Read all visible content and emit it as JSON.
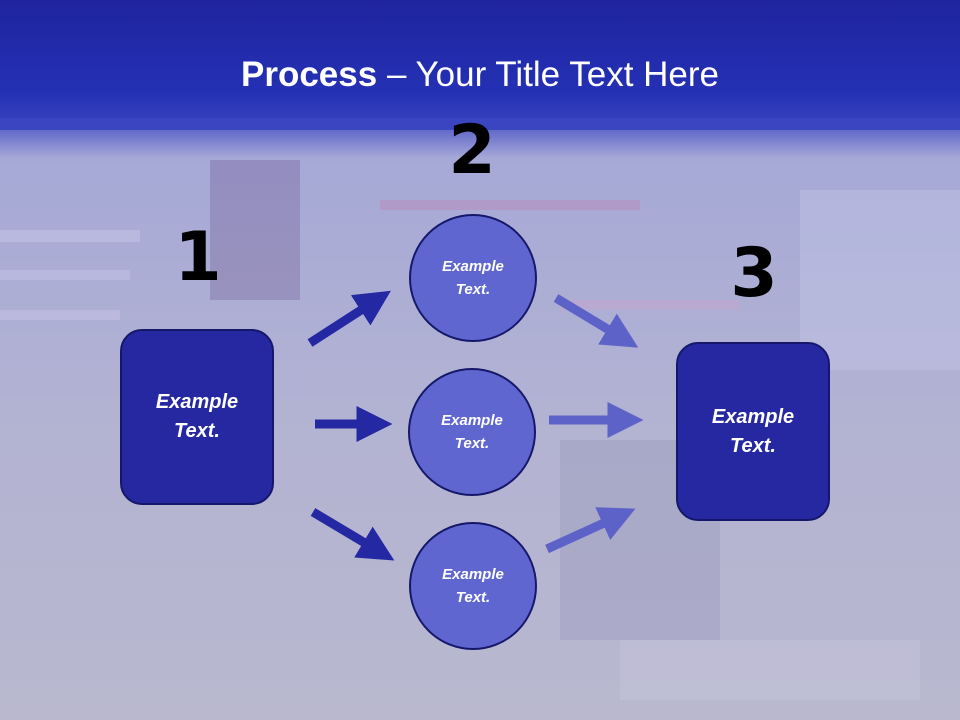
{
  "title": {
    "bold": "Process",
    "rest": " – Your Title Text Here"
  },
  "steps": [
    "1",
    "2",
    "3"
  ],
  "left_box": {
    "label": "Example\nText."
  },
  "right_box": {
    "label": "Example\nText."
  },
  "circles": [
    {
      "label": "Example\nText."
    },
    {
      "label": "Example\nText."
    },
    {
      "label": "Example\nText."
    }
  ],
  "colors": {
    "header": "#2430b4",
    "box_fill": "#2628a2",
    "circle_fill": "#6066d0",
    "arrow_dark": "#2428a2",
    "arrow_light": "#5d62c8"
  }
}
